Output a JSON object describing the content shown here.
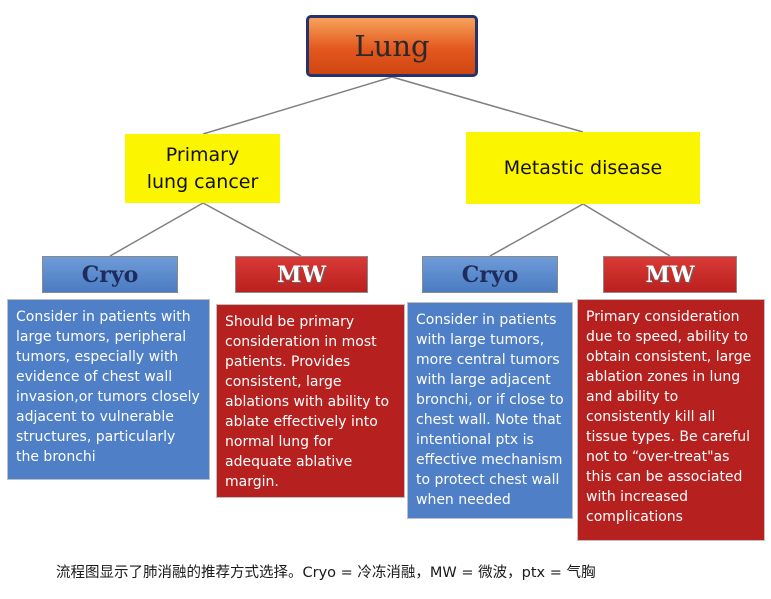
{
  "root": {
    "label": "Lung"
  },
  "branches": [
    {
      "label": "Primary lung cancer",
      "methods": [
        {
          "label": "Cryo",
          "description": "Consider in patients with large tumors, peripheral tumors, especially with evidence of chest wall invasion,or tumors closely adjacent to vulnerable structures, particularly the bronchi"
        },
        {
          "label": "MW",
          "description": "Should be primary consideration in most patients. Provides consistent, large ablations with ability to ablate effectively into normal lung for adequate ablative margin."
        }
      ]
    },
    {
      "label": "Metastic disease",
      "methods": [
        {
          "label": "Cryo",
          "description": "Consider in patients with large tumors, more central tumors with large adjacent bronchi, or if close to chest wall. Note that intentional ptx is effective mechanism to protect chest wall when needed"
        },
        {
          "label": "MW",
          "description": "Primary consideration due to speed, ability to obtain consistent, large ablation zones in lung and ability to consistently kill all tissue types. Be careful not to “over-treat\"as this can be associated with increased complications"
        }
      ]
    }
  ],
  "caption": "流程图显示了肺消融的推荐方式选择。Cryo = 冷冻消融，MW = 微波，ptx = 气胸",
  "colors": {
    "root_fill": "#e4581f",
    "root_border": "#24336b",
    "level1_fill": "#fbf500",
    "cryo_fill": "#4f7fc7",
    "mw_fill": "#b62120",
    "connector": "#7f7f7f"
  }
}
